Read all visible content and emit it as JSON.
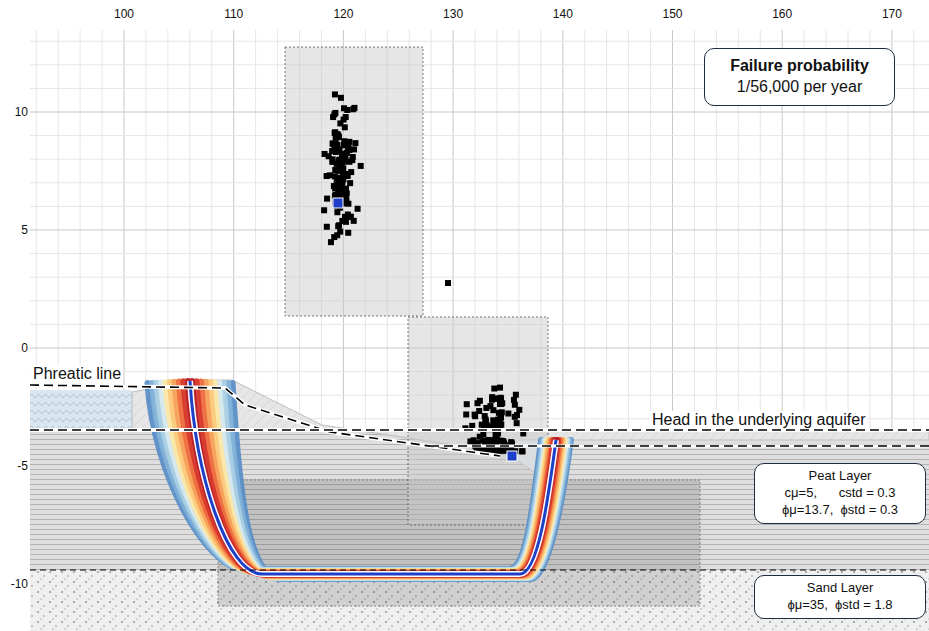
{
  "diagram": {
    "nodes": [
      {
        "text": [
          "Failure probability",
          "1/56,000 per year"
        ]
      },
      {
        "text": [
          "Peat Layer",
          "cμ=5,      cstd = 0.3",
          "ϕμ=13.7,  ϕstd = 0.3"
        ]
      },
      {
        "text": [
          "Sand Layer",
          "ϕμ=35,  ϕstd = 1.8"
        ]
      }
    ],
    "labels": [
      "100",
      "110",
      "120",
      "130",
      "140",
      "150",
      "160",
      "170",
      "10",
      "5",
      "0",
      "-5",
      "-10",
      "Phreatic line",
      "Head in the underlying aquifer"
    ]
  }
}
